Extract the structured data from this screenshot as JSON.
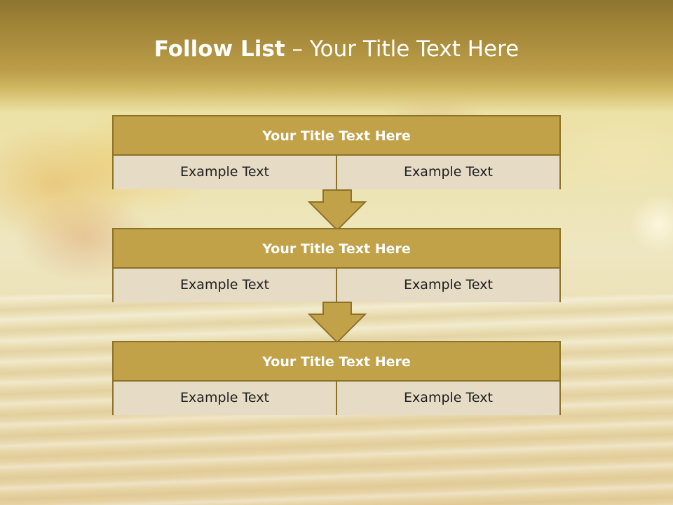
{
  "title": {
    "bold": "Follow List",
    "rest": " – Your Title Text Here"
  },
  "boxes": [
    {
      "title": "Your Title Text Here",
      "left": "Example Text",
      "right": "Example Text"
    },
    {
      "title": "Your Title Text Here",
      "left": "Example Text",
      "right": "Example Text"
    },
    {
      "title": "Your Title Text Here",
      "left": "Example Text",
      "right": "Example Text"
    }
  ],
  "colors": {
    "header_gold": "#a5893a",
    "box_gold": "#c2a249",
    "box_border": "#8b7229",
    "cell_bg": "#e6dcc6",
    "arrow_fill": "#c2a249"
  },
  "icons": [
    "arrow-down-icon",
    "arrow-down-icon"
  ]
}
